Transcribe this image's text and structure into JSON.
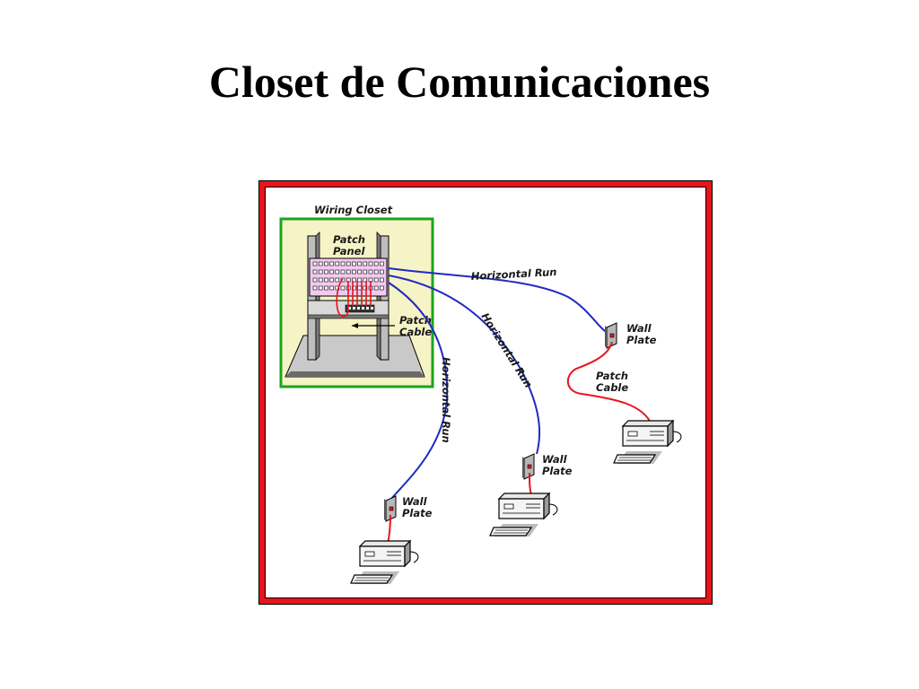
{
  "title": "Closet de Comunicaciones",
  "colors": {
    "frame_border": "#e8141c",
    "closet_border": "#1aa51a",
    "closet_fill": "#f6f3c6",
    "horizontal_run_cable": "#1f2cc0",
    "patch_cable": "#e8141c",
    "patch_panel": "#f2c9f0"
  },
  "diagram": {
    "wiring_closet_label": "Wiring Closet",
    "patch_panel_label_line1": "Patch",
    "patch_panel_label_line2": "Panel",
    "closet_patch_cable_line1": "Patch",
    "closet_patch_cable_line2": "Cable",
    "horizontal_run_labels": [
      "Horizontal Run",
      "Horizontal Run",
      "Horizontal Run"
    ],
    "wall_plate_line1": "Wall",
    "wall_plate_line2": "Plate",
    "workstation_patch_cable_line1": "Patch",
    "workstation_patch_cable_line2": "Cable"
  }
}
